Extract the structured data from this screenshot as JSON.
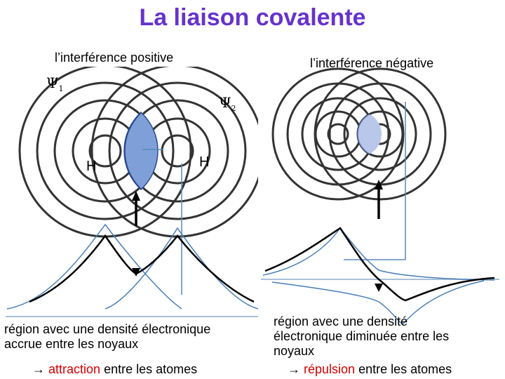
{
  "title": "La liaison covalente",
  "positive": {
    "heading": "l’interférence positive",
    "psi1": "Ψ",
    "psi1_sub": "1",
    "psi2": "Ψ",
    "psi2_sub": "2",
    "atom_left": "H",
    "atom_right": "H",
    "caption_line1": "région avec une densité électronique",
    "caption_line2": "accrue entre les noyaux",
    "arrow": "→ ",
    "effect_word": "attraction",
    "effect_rest": " entre les atomes"
  },
  "negative": {
    "heading": "l’interférence négative",
    "caption_line1": "région avec une densité",
    "caption_line2": "électronique diminuée entre les",
    "caption_line3": "noyaux",
    "arrow": "→ ",
    "effect_word": "répulsion",
    "effect_rest": " entre les atomes"
  },
  "colors": {
    "title": "#6633cc",
    "ring": "#333333",
    "overlap_positive": "#7f9fd8",
    "overlap_negative": "#b9c8ea",
    "curve_blue": "#4a7fb5",
    "highlight": "#cc0000"
  }
}
